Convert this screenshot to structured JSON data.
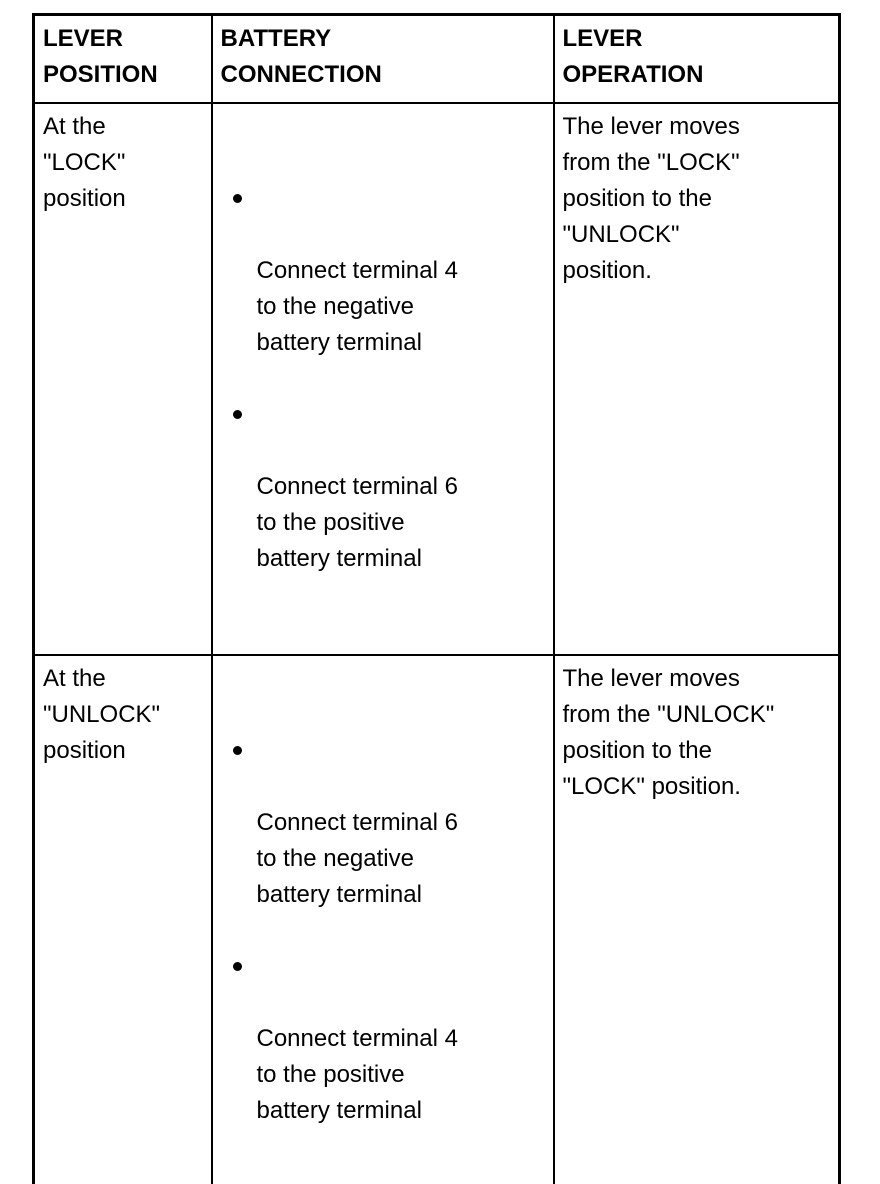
{
  "colors": {
    "border": "#000000",
    "background": "#ffffff",
    "text": "#000000"
  },
  "table": {
    "headers": [
      "LEVER\nPOSITION",
      "BATTERY\nCONNECTION",
      "LEVER\nOPERATION"
    ],
    "rows": [
      {
        "position": "At the\n\"LOCK\"\nposition",
        "connections": [
          "Connect terminal 4\nto the negative\nbattery terminal",
          "Connect terminal 6\nto the positive\nbattery terminal"
        ],
        "operation": "The lever moves\nfrom the \"LOCK\"\nposition to the\n\"UNLOCK\"\nposition."
      },
      {
        "position": "At the\n\"UNLOCK\"\nposition",
        "connections": [
          "Connect terminal 6\nto the negative\nbattery terminal",
          "Connect terminal 4\nto the positive\nbattery terminal"
        ],
        "operation": "The lever moves\nfrom the \"UNLOCK\"\nposition to the\n\"LOCK\" position."
      }
    ]
  }
}
